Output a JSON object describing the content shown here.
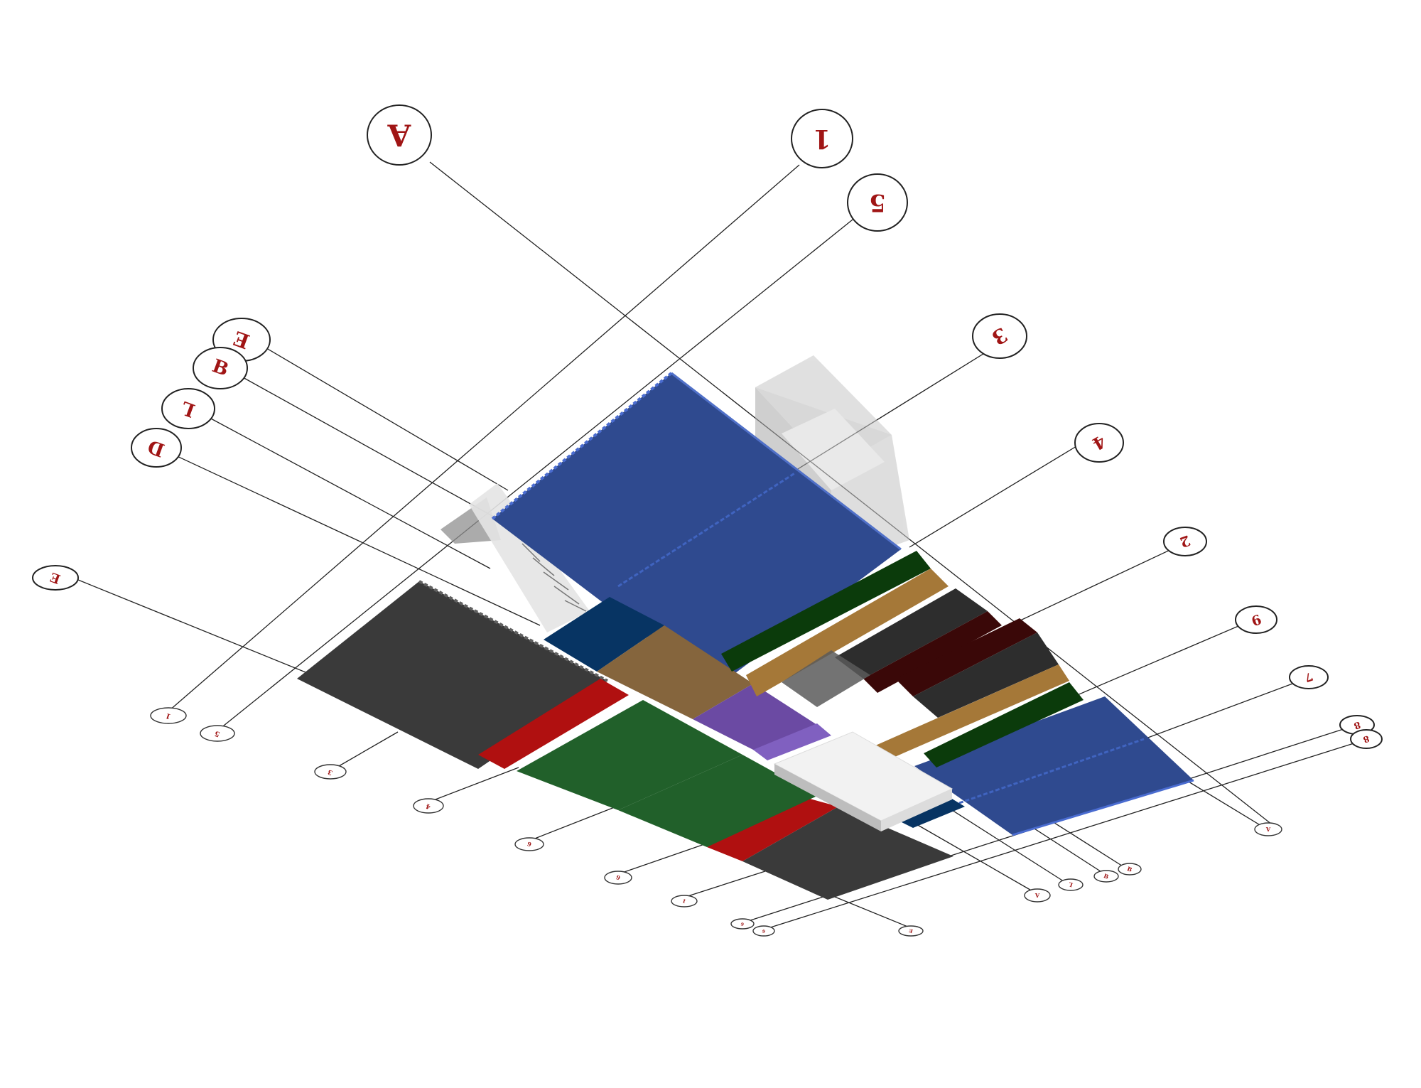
{
  "diagram": {
    "big_labels": [
      "A",
      "1",
      "5",
      "3",
      "4",
      "2",
      "9",
      "7",
      "8",
      "8",
      "E",
      "B",
      "L",
      "D",
      "E"
    ],
    "small_labels": [
      "1",
      "5",
      "3",
      "4",
      "6",
      "6",
      "1",
      "6",
      "6",
      "E",
      "A",
      "L",
      "B",
      "B",
      "A"
    ],
    "colors": {
      "blue": "#2f4a8f",
      "navy": "#073463",
      "charcoal": "#3a3a3a",
      "red": "#b01010",
      "green": "#21602a",
      "dark_green": "#0b3b0b",
      "tan": "#85653d",
      "purple": "#6b4aa3",
      "maroon": "#3a0808",
      "gray_glass": "#bfbfbf"
    }
  }
}
